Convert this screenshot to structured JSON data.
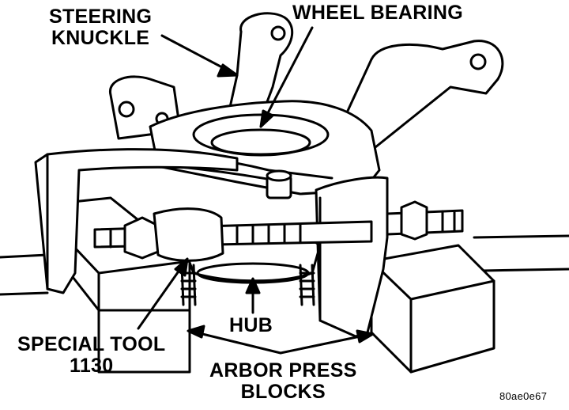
{
  "labels": {
    "steering_knuckle_line1": "STEERING",
    "steering_knuckle_line2": "KNUCKLE",
    "wheel_bearing": "WHEEL BEARING",
    "hub": "HUB",
    "special_tool_line1": "SPECIAL TOOL",
    "special_tool_line2": "1130",
    "arbor_press_line1": "ARBOR PRESS",
    "arbor_press_line2": "BLOCKS"
  },
  "figure_code": "80ae0e67",
  "colors": {
    "ink": "#000000",
    "paper": "#ffffff"
  }
}
